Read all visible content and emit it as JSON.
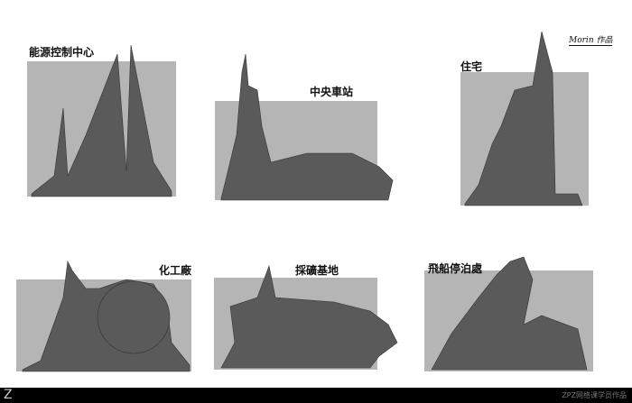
{
  "labels": {
    "energy": "能源控制中心",
    "station": "中央車站",
    "residence": "住宅",
    "chemical": "化工廠",
    "mining": "採礦基地",
    "dock": "飛船停泊處"
  },
  "signature": "Morin 作品",
  "footer": {
    "logo": "Z",
    "credit": "ZPZ网络课学员作品"
  },
  "colors": {
    "panel": "#b5b5b5",
    "building": "#5a5a5a",
    "footer": "#000000"
  }
}
